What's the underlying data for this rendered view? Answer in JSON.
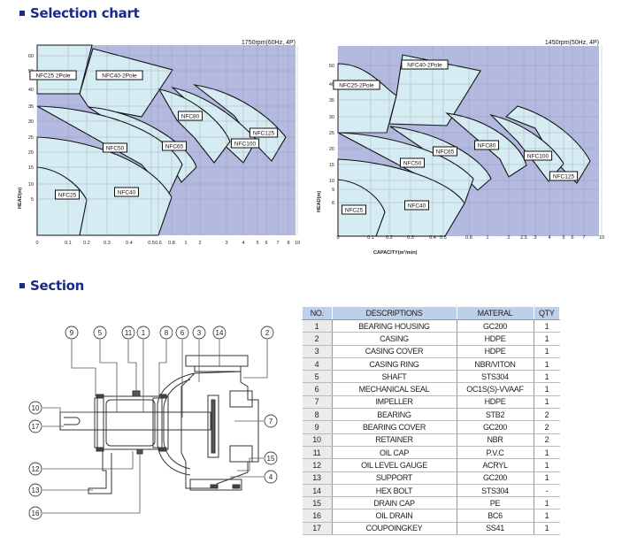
{
  "headings": {
    "selection": "Selection chart",
    "section": "Section"
  },
  "chart_data": [
    {
      "type": "area",
      "title": "1750rpm(60Hz, 4P)",
      "xlabel": "CAPACITY(m³/min)",
      "ylabel": "HEAD(m)",
      "x_ticks": [
        "0",
        "0.1",
        "0.2",
        "0.3",
        "0.4",
        "0.5",
        "0.6",
        "0.8",
        "1",
        "2",
        "3",
        "4",
        "5",
        "6",
        "7",
        "8",
        "10"
      ],
      "y_ticks": [
        "5",
        "10",
        "15",
        "20",
        "25",
        "30",
        "35",
        "40",
        "50",
        "60"
      ],
      "grid": true,
      "regions": [
        {
          "name": "NFC25",
          "label": "NFC25",
          "q_max": 0.2,
          "head_range": [
            0,
            19
          ]
        },
        {
          "name": "NFC40",
          "label": "NFC40",
          "q_max": 0.8,
          "head_range": [
            0,
            25
          ]
        },
        {
          "name": "NFC50",
          "label": "NFC50",
          "q_max": 0.9,
          "head_range": [
            15,
            35
          ]
        },
        {
          "name": "NFC65",
          "label": "NFC65",
          "q_max": 1.6,
          "head_range": [
            16,
            40
          ]
        },
        {
          "name": "NFC80",
          "label": "NFC80",
          "q_max": 2.5,
          "head_range": [
            20,
            50
          ]
        },
        {
          "name": "NFC100",
          "label": "NFC100",
          "q_max": 3.5,
          "head_range": [
            20,
            50
          ]
        },
        {
          "name": "NFC125",
          "label": "NFC125",
          "q_max": 7.5,
          "head_range": [
            23,
            52
          ]
        },
        {
          "name": "NFC25-2Pole",
          "label": "NFC25 2Pole",
          "q_max": 0.2,
          "head_range": [
            35,
            68
          ]
        },
        {
          "name": "NFC40-2Pole",
          "label": "NFC40-2Pole",
          "q_max": 0.8,
          "head_range": [
            40,
            68
          ]
        }
      ]
    },
    {
      "type": "area",
      "title": "1450rpm(50Hz, 4P)",
      "xlabel": "CAPACITY(m³/min)",
      "ylabel": "HEAD(m)",
      "x_ticks": [
        "0",
        "0.1",
        "0.2",
        "0.3",
        "0.4",
        "0.5",
        "0.8",
        "1",
        "2",
        "2.5",
        "3",
        "4",
        "5",
        "6",
        "7",
        "10"
      ],
      "y_ticks": [
        "8",
        "9",
        "10",
        "15",
        "20",
        "25",
        "30",
        "35",
        "40",
        "50"
      ],
      "grid": true,
      "regions": [
        {
          "name": "NFC25",
          "label": "NFC25",
          "q_max": 0.18,
          "head_range": [
            0,
            12
          ]
        },
        {
          "name": "NFC40",
          "label": "NFC40",
          "q_max": 0.55,
          "head_range": [
            0,
            17
          ]
        },
        {
          "name": "NFC50",
          "label": "NFC50",
          "q_max": 0.8,
          "head_range": [
            9,
            25
          ]
        },
        {
          "name": "NFC65",
          "label": "NFC65",
          "q_max": 1.2,
          "head_range": [
            10,
            27
          ]
        },
        {
          "name": "NFC80",
          "label": "NFC80",
          "q_max": 2.0,
          "head_range": [
            12,
            34
          ]
        },
        {
          "name": "NFC100",
          "label": "NFC100",
          "q_max": 3.0,
          "head_range": [
            13,
            34
          ]
        },
        {
          "name": "NFC125",
          "label": "NFC125",
          "q_max": 6.0,
          "head_range": [
            15,
            36
          ]
        },
        {
          "name": "NFC25-2Pole",
          "label": "NFC25-2Pole",
          "q_max": 0.18,
          "head_range": [
            25,
            50
          ]
        },
        {
          "name": "NFC40-2Pole",
          "label": "NFC40-2Pole",
          "q_max": 0.55,
          "head_range": [
            25,
            53
          ]
        }
      ]
    }
  ],
  "section_callouts": [
    "9",
    "5",
    "11",
    "1",
    "8",
    "6",
    "3",
    "14",
    "2",
    "10",
    "17",
    "7",
    "15",
    "4",
    "12",
    "13",
    "16"
  ],
  "parts_table": {
    "headers": [
      "NO.",
      "DESCRIPTIONS",
      "MATERAL",
      "QTY"
    ],
    "rows": [
      [
        "1",
        "BEARING HOUSING",
        "GC200",
        "1"
      ],
      [
        "2",
        "CASING",
        "HDPE",
        "1"
      ],
      [
        "3",
        "CASING COVER",
        "HDPE",
        "1"
      ],
      [
        "4",
        "CASING RING",
        "NBR/VITON",
        "1"
      ],
      [
        "5",
        "SHAFT",
        "STS304",
        "1"
      ],
      [
        "6",
        "MECHANICAL SEAL",
        "OC1S(S)-VVAAF",
        "1"
      ],
      [
        "7",
        "IMPELLER",
        "HDPE",
        "1"
      ],
      [
        "8",
        "BEARING",
        "STB2",
        "2"
      ],
      [
        "9",
        "BEARING COVER",
        "GC200",
        "2"
      ],
      [
        "10",
        "RETAINER",
        "NBR",
        "2"
      ],
      [
        "11",
        "OIL CAP",
        "P.V.C",
        "1"
      ],
      [
        "12",
        "OIL LEVEL GAUGE",
        "ACRYL",
        "1"
      ],
      [
        "13",
        "SUPPORT",
        "GC200",
        "1"
      ],
      [
        "14",
        "HEX BOLT",
        "STS304",
        "-"
      ],
      [
        "15",
        "DRAIN CAP",
        "PE",
        "1"
      ],
      [
        "16",
        "OIL DRAIN",
        "BC6",
        "1"
      ],
      [
        "17",
        "COUPOINGKEY",
        "SS41",
        "1"
      ]
    ]
  },
  "colors": {
    "heading": "#1a2a8c",
    "chart_bg": "#b4b9e0",
    "region_fill": "#d5ecf2",
    "table_header": "#bcd0ea"
  }
}
